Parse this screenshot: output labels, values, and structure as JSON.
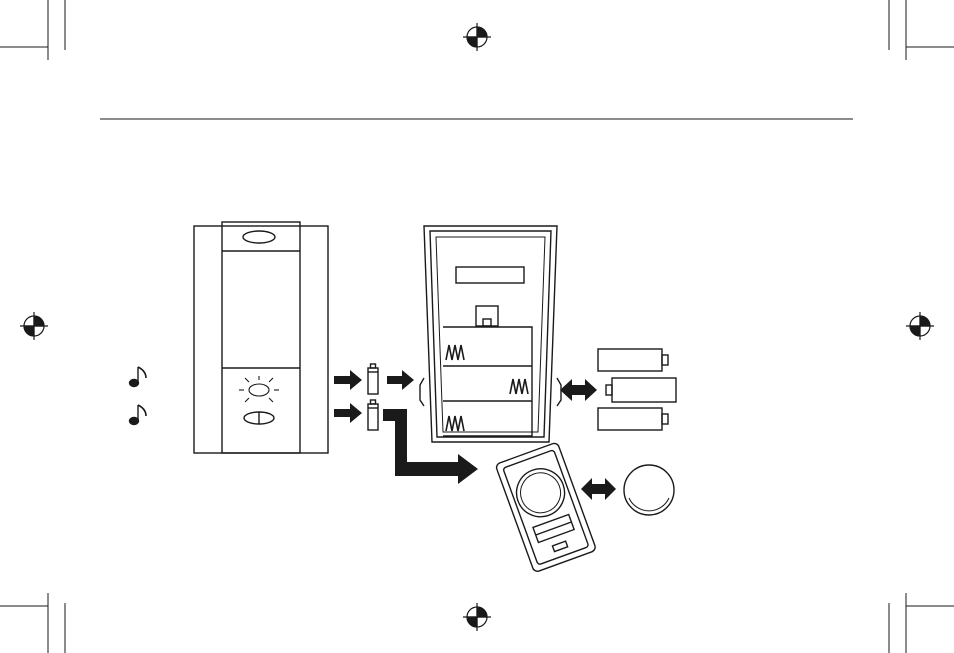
{
  "page": {
    "background": "#ffffff",
    "ink": "#1a1a1a"
  },
  "marks": {
    "registration_icon": "crosshair-circle-icon",
    "crop_icon": "crop-mark-icon"
  },
  "illustration": {
    "doorbell_button": "wireless-push-button",
    "chime_unit": "chime-receiver-back",
    "remote": "key-fob-transmitter",
    "sound_icon": "music-note-icon",
    "light_icon": "flashing-light-icon",
    "battery_icon": "battery-icon",
    "coin_cell_icon": "coin-cell-battery-icon",
    "spring_icon": "battery-spring-icon"
  }
}
